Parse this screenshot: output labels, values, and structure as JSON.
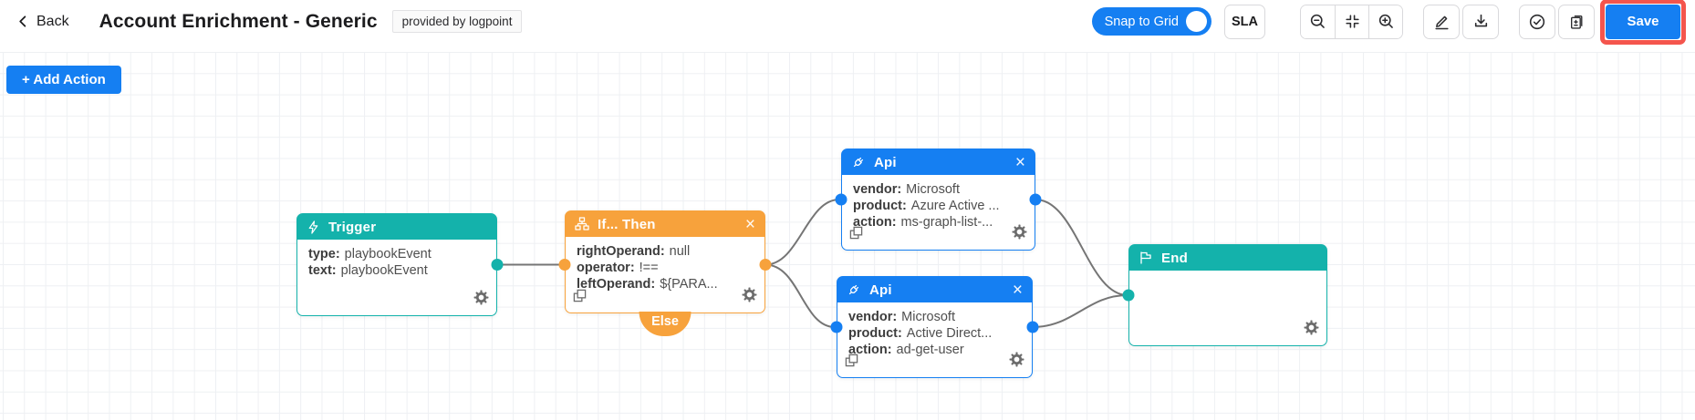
{
  "header": {
    "back": "Back",
    "title": "Account Enrichment - Generic",
    "badge": "provided by logpoint",
    "snap_to_grid": "Snap to Grid",
    "sla": "SLA",
    "save": "Save"
  },
  "canvas": {
    "add_action": "+ Add Action"
  },
  "ui": {
    "close_glyph": "×"
  },
  "colors": {
    "teal": "#14b2ab",
    "orange": "#f7a23c",
    "blue": "#157ff2",
    "edge_gray": "#757575",
    "save_highlight_red": "#f4554d"
  },
  "nodes": [
    {
      "title": "Trigger",
      "fields": [
        {
          "label": "type:",
          "value": "playbookEvent"
        },
        {
          "label": "text:",
          "value": "playbookEvent"
        }
      ]
    },
    {
      "title": "If... Then",
      "else_label": "Else",
      "fields": [
        {
          "label": "rightOperand:",
          "value": "null"
        },
        {
          "label": "operator:",
          "value": "!=="
        },
        {
          "label": "leftOperand:",
          "value": "${PARA..."
        }
      ]
    },
    {
      "title": "Api",
      "fields": [
        {
          "label": "vendor:",
          "value": "Microsoft"
        },
        {
          "label": "product:",
          "value": "Azure Active ..."
        },
        {
          "label": "action:",
          "value": "ms-graph-list-..."
        }
      ]
    },
    {
      "title": "Api",
      "fields": [
        {
          "label": "vendor:",
          "value": "Microsoft"
        },
        {
          "label": "product:",
          "value": "Active Direct..."
        },
        {
          "label": "action:",
          "value": "ad-get-user"
        }
      ]
    },
    {
      "title": "End",
      "fields": []
    }
  ]
}
